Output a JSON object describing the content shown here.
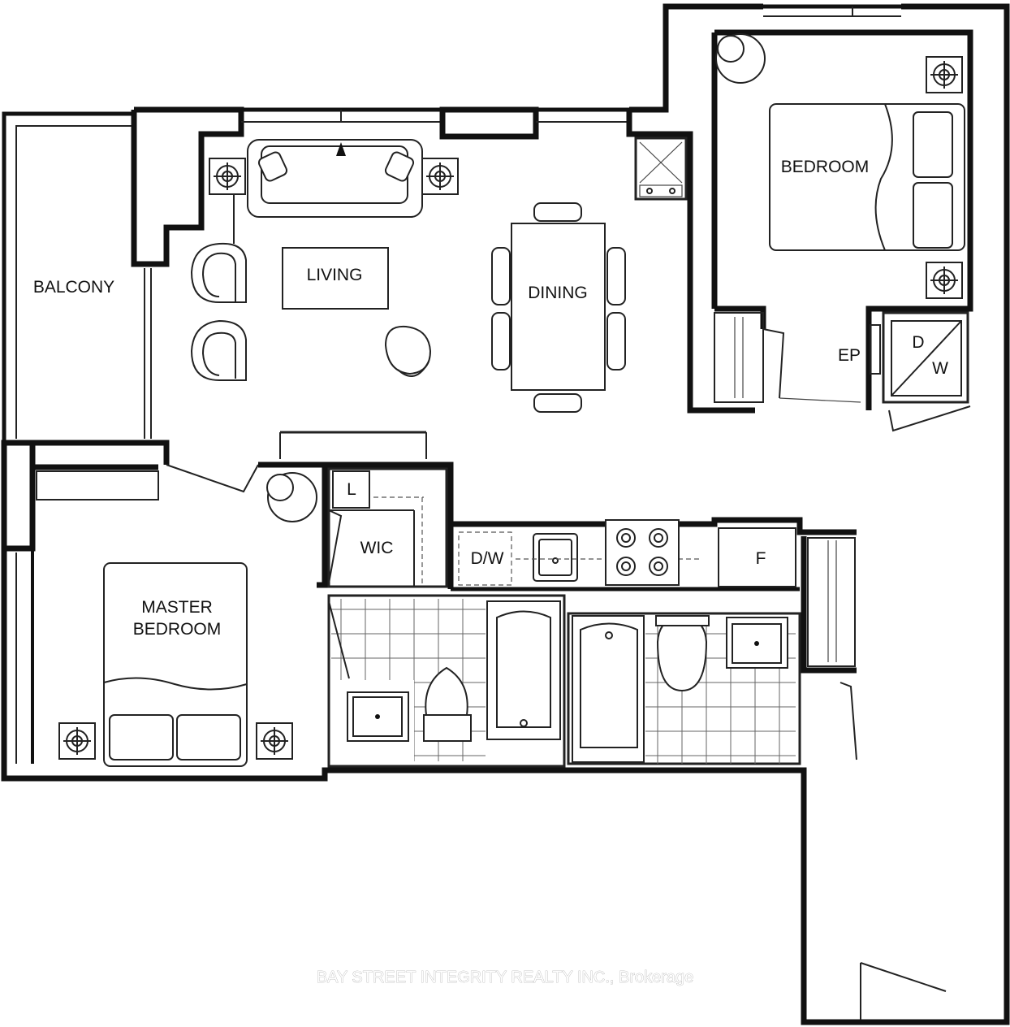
{
  "rooms": {
    "balcony": "BALCONY",
    "living": "LIVING",
    "dining": "DINING",
    "bedroom": "BEDROOM",
    "master_line1": "MASTER",
    "master_line2": "BEDROOM",
    "wic": "WIC",
    "linen": "L",
    "dishwasher": "D/W",
    "fridge": "F",
    "electrical_panel": "EP",
    "dryer": "D",
    "washer": "W"
  },
  "watermark": "BAY STREET INTEGRITY REALTY INC., Brokerage"
}
